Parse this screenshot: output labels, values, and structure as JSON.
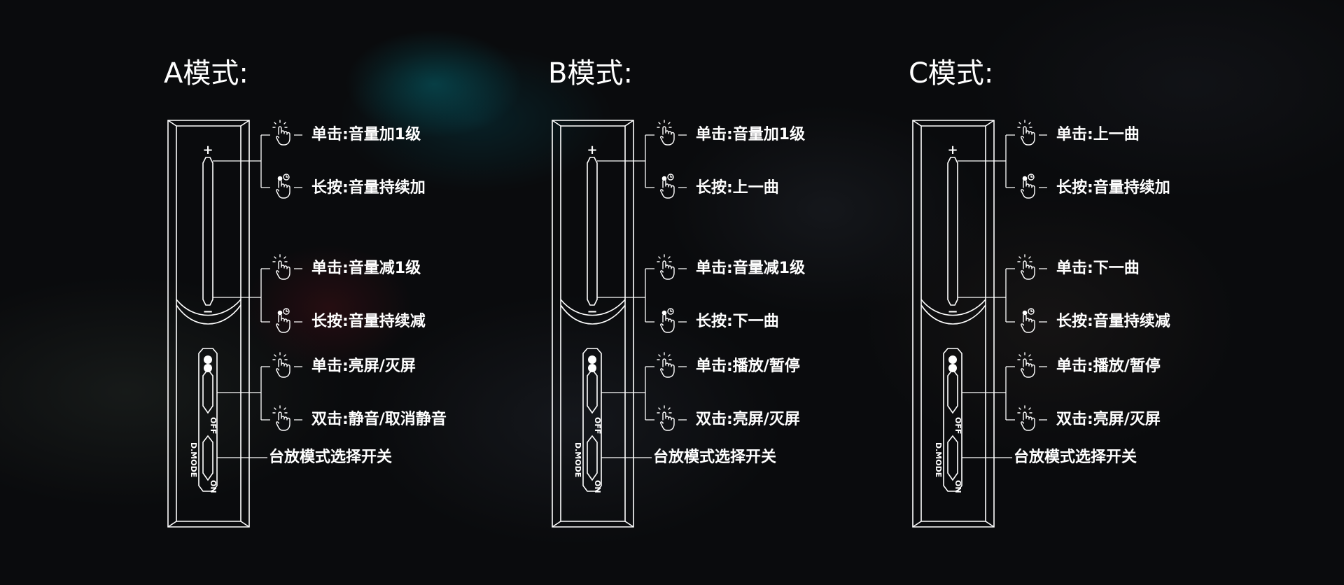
{
  "colors": {
    "background": "#0a0b0d",
    "text": "#ffffff",
    "line": "#ffffff"
  },
  "icons": {
    "tap": "tap-gesture-icon",
    "hold": "long-press-gesture-icon"
  },
  "device": {
    "plus_symbol": "+",
    "minus_symbol": "−",
    "off_label": "OFF",
    "on_label": "ON",
    "dmode_label": "D.MODE"
  },
  "modes": [
    {
      "title": "A模式:",
      "vol_up_click": "单击:音量加1级",
      "vol_up_hold": "长按:音量持续加",
      "vol_down_click": "单击:音量减1级",
      "vol_down_hold": "长按:音量持续减",
      "mid_click": "单击:亮屏/灭屏",
      "mid_double": "双击:静音/取消静音",
      "switch_label": "台放模式选择开关"
    },
    {
      "title": "B模式:",
      "vol_up_click": "单击:音量加1级",
      "vol_up_hold": "长按:上一曲",
      "vol_down_click": "单击:音量减1级",
      "vol_down_hold": "长按:下一曲",
      "mid_click": "单击:播放/暂停",
      "mid_double": "双击:亮屏/灭屏",
      "switch_label": "台放模式选择开关"
    },
    {
      "title": "C模式:",
      "vol_up_click": "单击:上一曲",
      "vol_up_hold": "长按:音量持续加",
      "vol_down_click": "单击:下一曲",
      "vol_down_hold": "长按:音量持续减",
      "mid_click": "单击:播放/暂停",
      "mid_double": "双击:亮屏/灭屏",
      "switch_label": "台放模式选择开关"
    }
  ]
}
